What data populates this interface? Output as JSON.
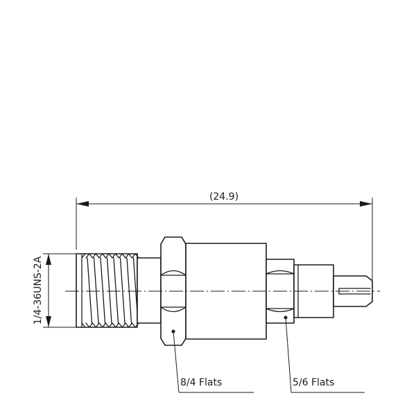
{
  "drawing": {
    "overall_length": "(24.9)",
    "thread_spec": "1/4-36UNS-2A",
    "hex_nut_label": "8/4 Flats",
    "hex_small_label": "5/6 Flats"
  }
}
